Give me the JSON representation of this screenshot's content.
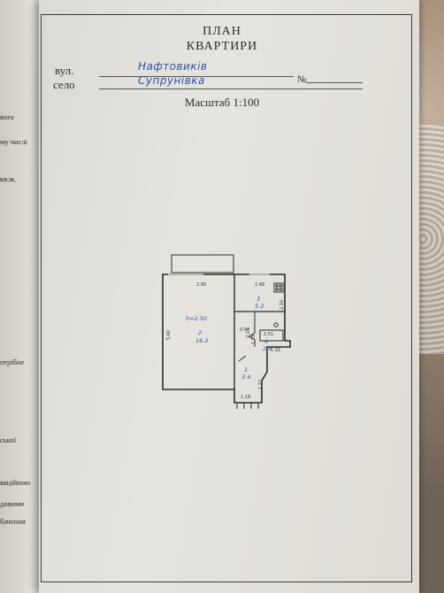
{
  "underlying_page": {
    "lines": [
      "вого",
      "му числі",
      "кв.м,",
      "отрібне",
      "ської",
      "ваційною",
      "довими",
      "бачення"
    ]
  },
  "header": {
    "title_line1": "ПЛАН",
    "title_line2": "КВАРТИРИ"
  },
  "address": {
    "street_label": "вул.",
    "street_value": "Нафтовиків",
    "number_label": "№",
    "village_label": "село",
    "village_value": "Супрунівка"
  },
  "scale": {
    "text": "Масштаб 1:100"
  },
  "plan": {
    "dimensions": {
      "top_left": "2.90",
      "top_right": "2.48",
      "left_side": "5.60",
      "kitchen_right": "2.10",
      "middle_a": "0.97",
      "middle_b": "2.14",
      "middle_c": "1.29",
      "bath_width": "1.51",
      "wc_width": "1.32",
      "hall_side": "1.22",
      "bottom": "1.18",
      "ceiling": "h=2.50"
    },
    "rooms": [
      {
        "number": "2",
        "area": "16.2"
      },
      {
        "number": "3",
        "area": "5.2"
      },
      {
        "number": "4",
        "area": "2.9"
      },
      {
        "number": "1",
        "area": "3.4"
      }
    ]
  },
  "colors": {
    "ink_blue": "#2f52a8",
    "paper": "#e4e2dd",
    "print": "#2b2b2b"
  }
}
